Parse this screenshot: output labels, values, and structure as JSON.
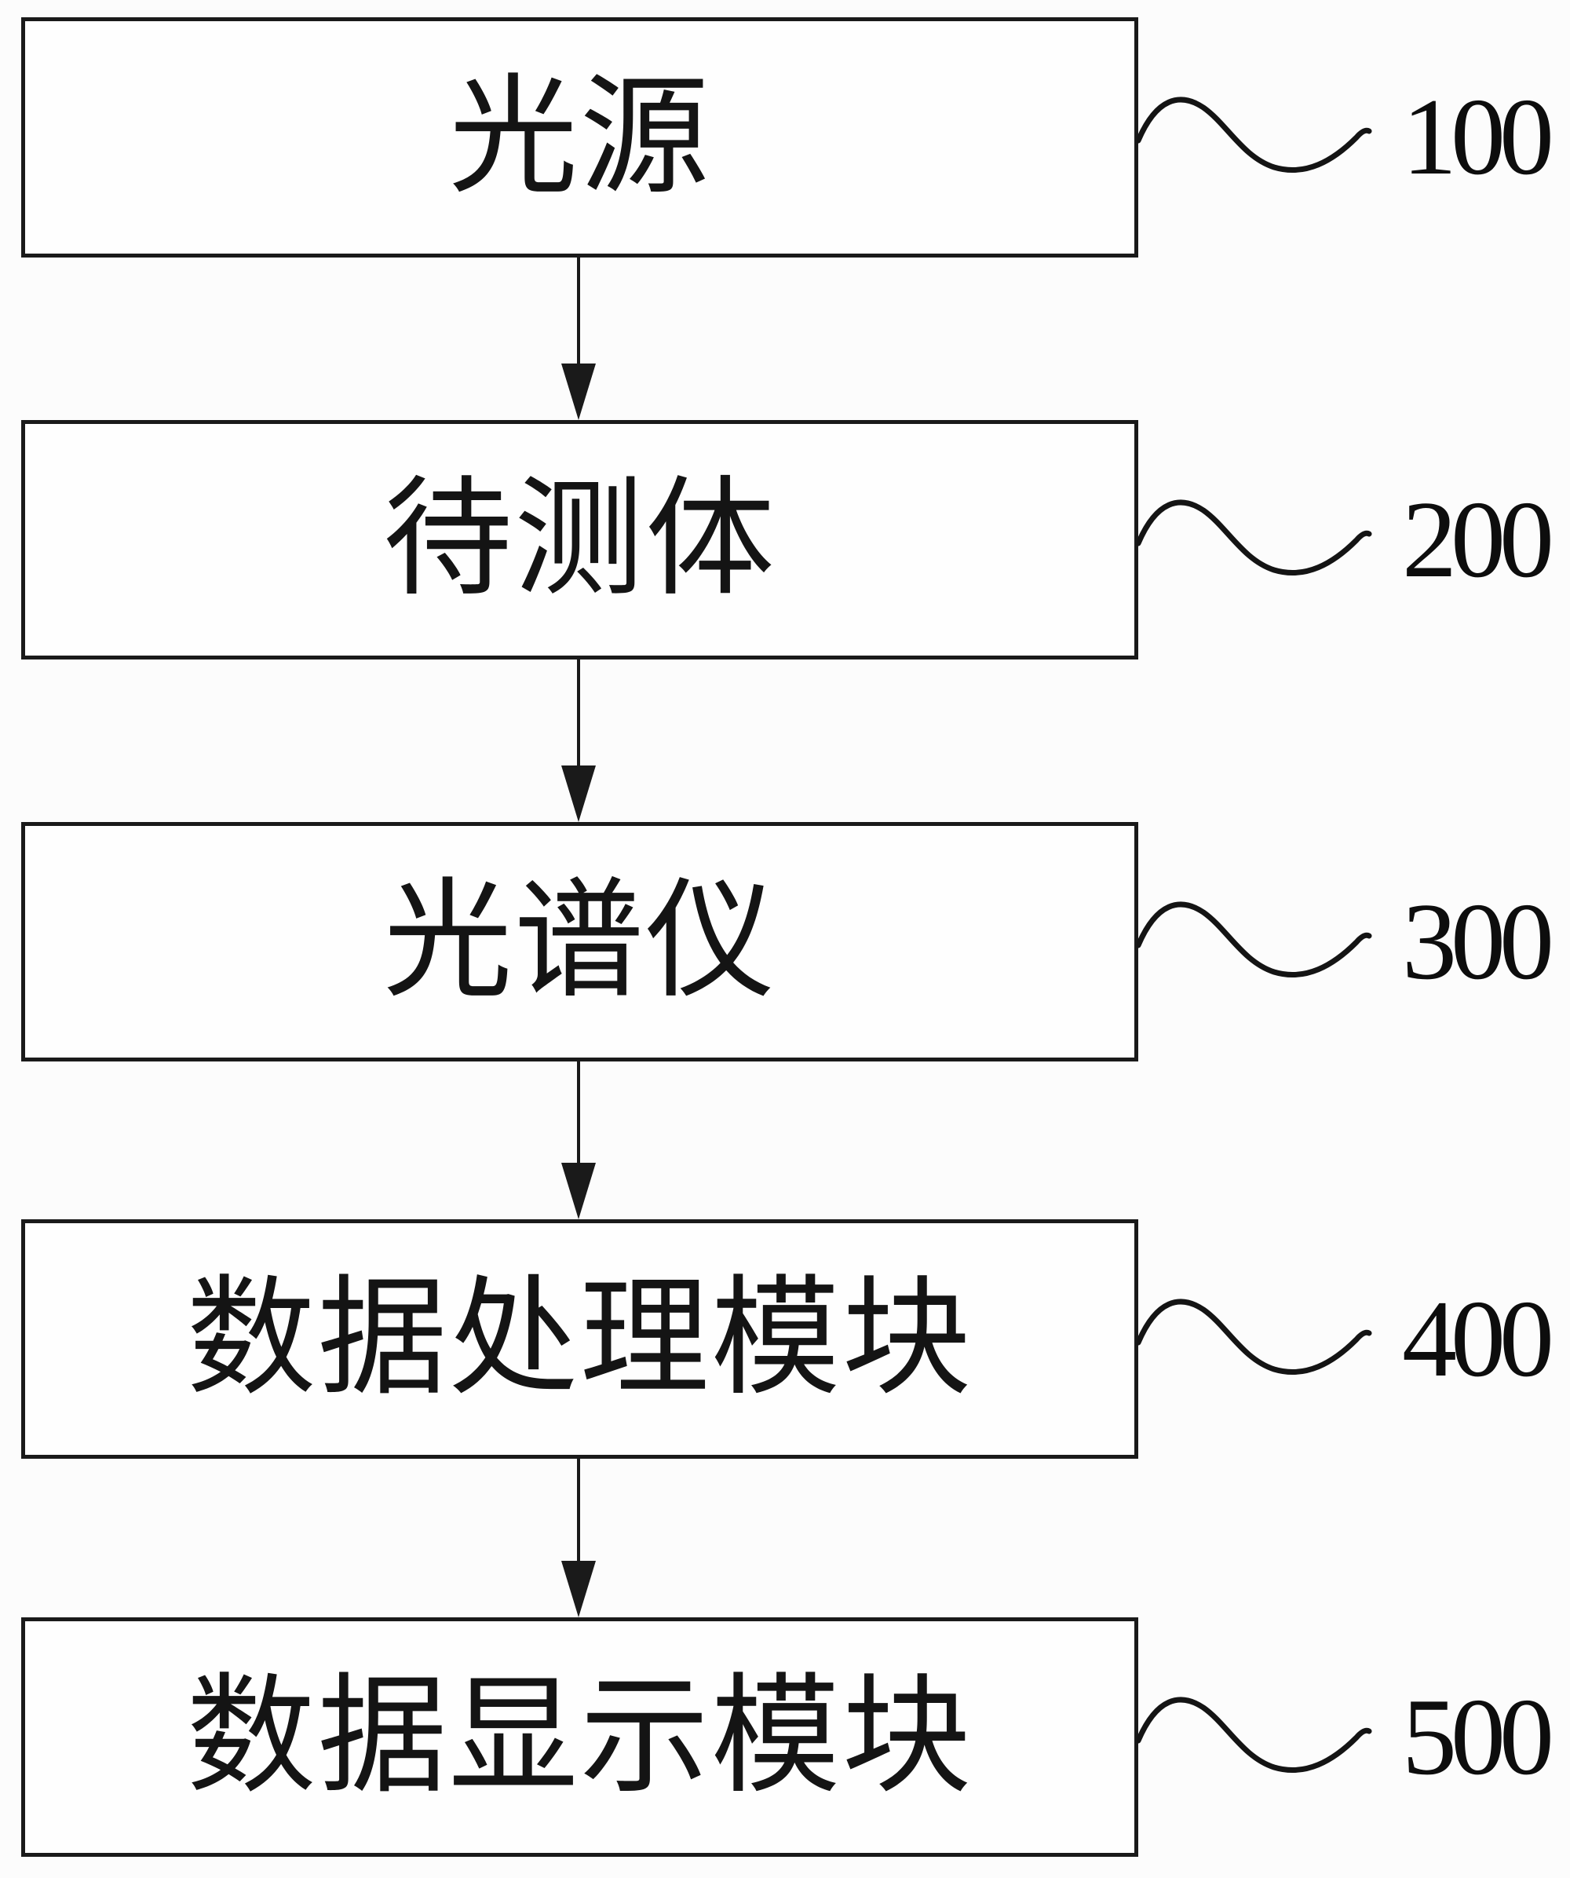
{
  "figure": {
    "kind": "patent-style block flowchart",
    "colors": {
      "ink": "#1a1a1a",
      "background": "#fcfcfc",
      "box_fill": "#fefefe"
    },
    "icons": {
      "connector": "wavy-line",
      "flow": "arrow-down"
    },
    "blocks": [
      {
        "label": "光源",
        "ref_number": "100"
      },
      {
        "label": "待测体",
        "ref_number": "200"
      },
      {
        "label": "光谱仪",
        "ref_number": "300"
      },
      {
        "label": "数据处理模块",
        "ref_number": "400"
      },
      {
        "label": "数据显示模块",
        "ref_number": "500"
      }
    ],
    "connections": [
      {
        "from": "光源",
        "to": "待测体"
      },
      {
        "from": "待测体",
        "to": "光谱仪"
      },
      {
        "from": "光谱仪",
        "to": "数据处理模块"
      },
      {
        "from": "数据处理模块",
        "to": "数据显示模块"
      }
    ]
  }
}
